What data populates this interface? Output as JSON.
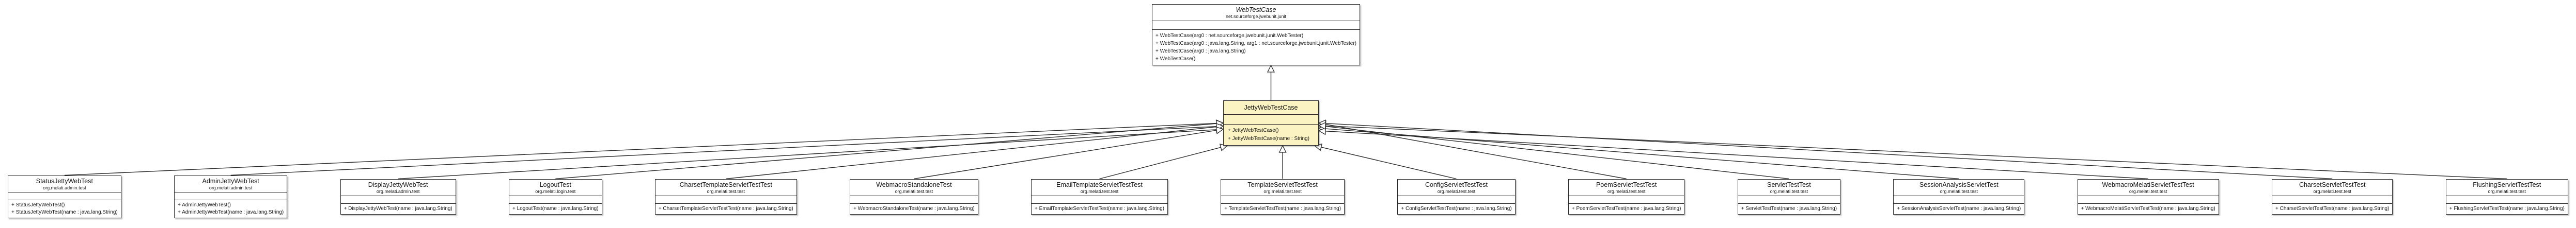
{
  "diagram": {
    "type": "uml-class-diagram",
    "superclass": {
      "name": "WebTestCase",
      "package": "net.sourceforge.jwebunit.junit",
      "abstract": true,
      "fields": [],
      "methods": [
        "+ WebTestCase(arg0 : net.sourceforge.jwebunit.junit.WebTester)",
        "+ WebTestCase(arg0 : java.lang.String, arg1 : net.sourceforge.jwebunit.junit.WebTester)",
        "+ WebTestCase(arg0 : java.lang.String)",
        "+ WebTestCase()"
      ]
    },
    "current_class": {
      "name": "JettyWebTestCase",
      "fill_color": "#fbf3c2",
      "fields": [],
      "methods": [
        "+ JettyWebTestCase()",
        "+ JettyWebTestCase(name : String)"
      ]
    },
    "subclasses": [
      {
        "name": "StatusJettyWebTest",
        "package": "org.melati.admin.test",
        "methods": [
          "+ StatusJettyWebTest()",
          "+ StatusJettyWebTest(name : java.lang.String)"
        ]
      },
      {
        "name": "AdminJettyWebTest",
        "package": "org.melati.admin.test",
        "methods": [
          "+ AdminJettyWebTest()",
          "+ AdminJettyWebTest(name : java.lang.String)"
        ]
      },
      {
        "name": "DisplayJettyWebTest",
        "package": "org.melati.admin.test",
        "methods": [
          "+ DisplayJettyWebTest(name : java.lang.String)"
        ]
      },
      {
        "name": "LogoutTest",
        "package": "org.melati.login.test",
        "methods": [
          "+ LogoutTest(name : java.lang.String)"
        ]
      },
      {
        "name": "CharsetTemplateServletTestTest",
        "package": "org.melati.test.test",
        "methods": [
          "+ CharsetTemplateServletTestTest(name : java.lang.String)"
        ]
      },
      {
        "name": "WebmacroStandaloneTest",
        "package": "org.melati.test.test",
        "methods": [
          "+ WebmacroStandaloneTest(name : java.lang.String)"
        ]
      },
      {
        "name": "EmailTemplateServletTestTest",
        "package": "org.melati.test.test",
        "methods": [
          "+ EmailTemplateServletTestTest(name : java.lang.String)"
        ]
      },
      {
        "name": "TemplateServletTestTest",
        "package": "org.melati.test.test",
        "methods": [
          "+ TemplateServletTestTest(name : java.lang.String)"
        ]
      },
      {
        "name": "ConfigServletTestTest",
        "package": "org.melati.test.test",
        "methods": [
          "+ ConfigServletTestTest(name : java.lang.String)"
        ]
      },
      {
        "name": "PoemServletTestTest",
        "package": "org.melati.test.test",
        "methods": [
          "+ PoemServletTestTest(name : java.lang.String)"
        ]
      },
      {
        "name": "ServletTestTest",
        "package": "org.melati.test.test",
        "methods": [
          "+ ServletTestTest(name : java.lang.String)"
        ]
      },
      {
        "name": "SessionAnalysisServletTest",
        "package": "org.melati.test.test",
        "methods": [
          "+ SessionAnalysisServletTest(name : java.lang.String)"
        ]
      },
      {
        "name": "WebmacroMelatiServletTestTest",
        "package": "org.melati.test.test",
        "methods": [
          "+ WebmacroMelatiServletTestTest(name : java.lang.String)"
        ]
      },
      {
        "name": "CharsetServletTestTest",
        "package": "org.melati.test.test",
        "methods": [
          "+ CharsetServletTestTest(name : java.lang.String)"
        ]
      },
      {
        "name": "FlushingServletTestTest",
        "package": "org.melati.test.test",
        "methods": [
          "+ FlushingServletTestTest(name : java.lang.String)"
        ]
      }
    ],
    "relationships": {
      "arrow_type": "generalization-hollow-triangle",
      "current_extends": "WebTestCase",
      "subclasses_extend": "JettyWebTestCase"
    },
    "line_color": "#2a2a2a"
  }
}
